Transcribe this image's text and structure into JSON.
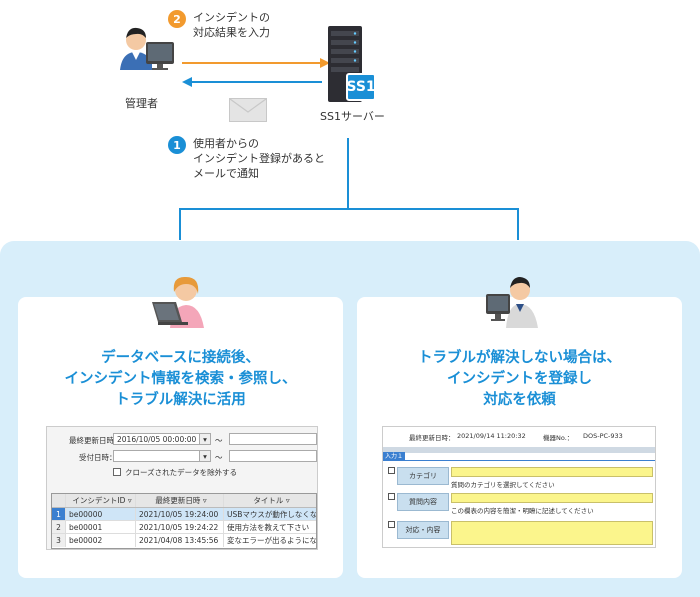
{
  "top": {
    "admin_label": "管理者",
    "server_label": "SS1サーバー",
    "server_logo_text": "SS1",
    "step2": {
      "number": "2",
      "line1": "インシデントの",
      "line2": "対応結果を入力"
    },
    "step1": {
      "number": "1",
      "line1": "使用者からの",
      "line2": "インシデント登録があると",
      "line3": "メールで通知"
    }
  },
  "colors": {
    "accent_blue": "#1a8fd6",
    "step_orange": "#f29a2e",
    "step_blue": "#1a8fd6",
    "panel_bg": "#d8eefa"
  },
  "left_card": {
    "title_line1": "データベースに接続後、",
    "title_line2": "インシデント情報を検索・参照し、",
    "title_line3": "トラブル解決に活用",
    "screen": {
      "field1_label": "最終更新日時：",
      "field1_value": "2016/10/05 00:00:00",
      "field2_label": "受付日時：",
      "tilde": "～",
      "checkbox_label": "クローズされたデータを除外する",
      "columns": [
        "インシデントID",
        "最終更新日時",
        "タイトル"
      ],
      "rows": [
        {
          "num": "1",
          "id": "be00000",
          "date": "2021/10/05 19:24:00",
          "title": "USBマウスが動作しなくなった"
        },
        {
          "num": "2",
          "id": "be00001",
          "date": "2021/10/05 19:24:22",
          "title": "使用方法を教えて下さい"
        },
        {
          "num": "3",
          "id": "be00002",
          "date": "2021/04/08 13:45:56",
          "title": "変なエラーが出るようになった"
        }
      ]
    }
  },
  "right_card": {
    "title_line1": "トラブルが解決しない場合は、",
    "title_line2": "インシデントを登録し",
    "title_line3": "対応を依頼",
    "screen": {
      "updated_label": "最終更新日時：",
      "updated_value": "2021/09/14 11:20:32",
      "device_label": "機器No.：",
      "device_value": "DOS-PC-933",
      "tab_label": "入力１",
      "fields": [
        {
          "label": "カテゴリ",
          "hint": "質問のカテゴリを選択してください"
        },
        {
          "label": "質問内容",
          "hint": "この欄表の内容を簡潔・明瞭に記述してください"
        },
        {
          "label": "対応・内容",
          "hint": ""
        }
      ]
    }
  }
}
